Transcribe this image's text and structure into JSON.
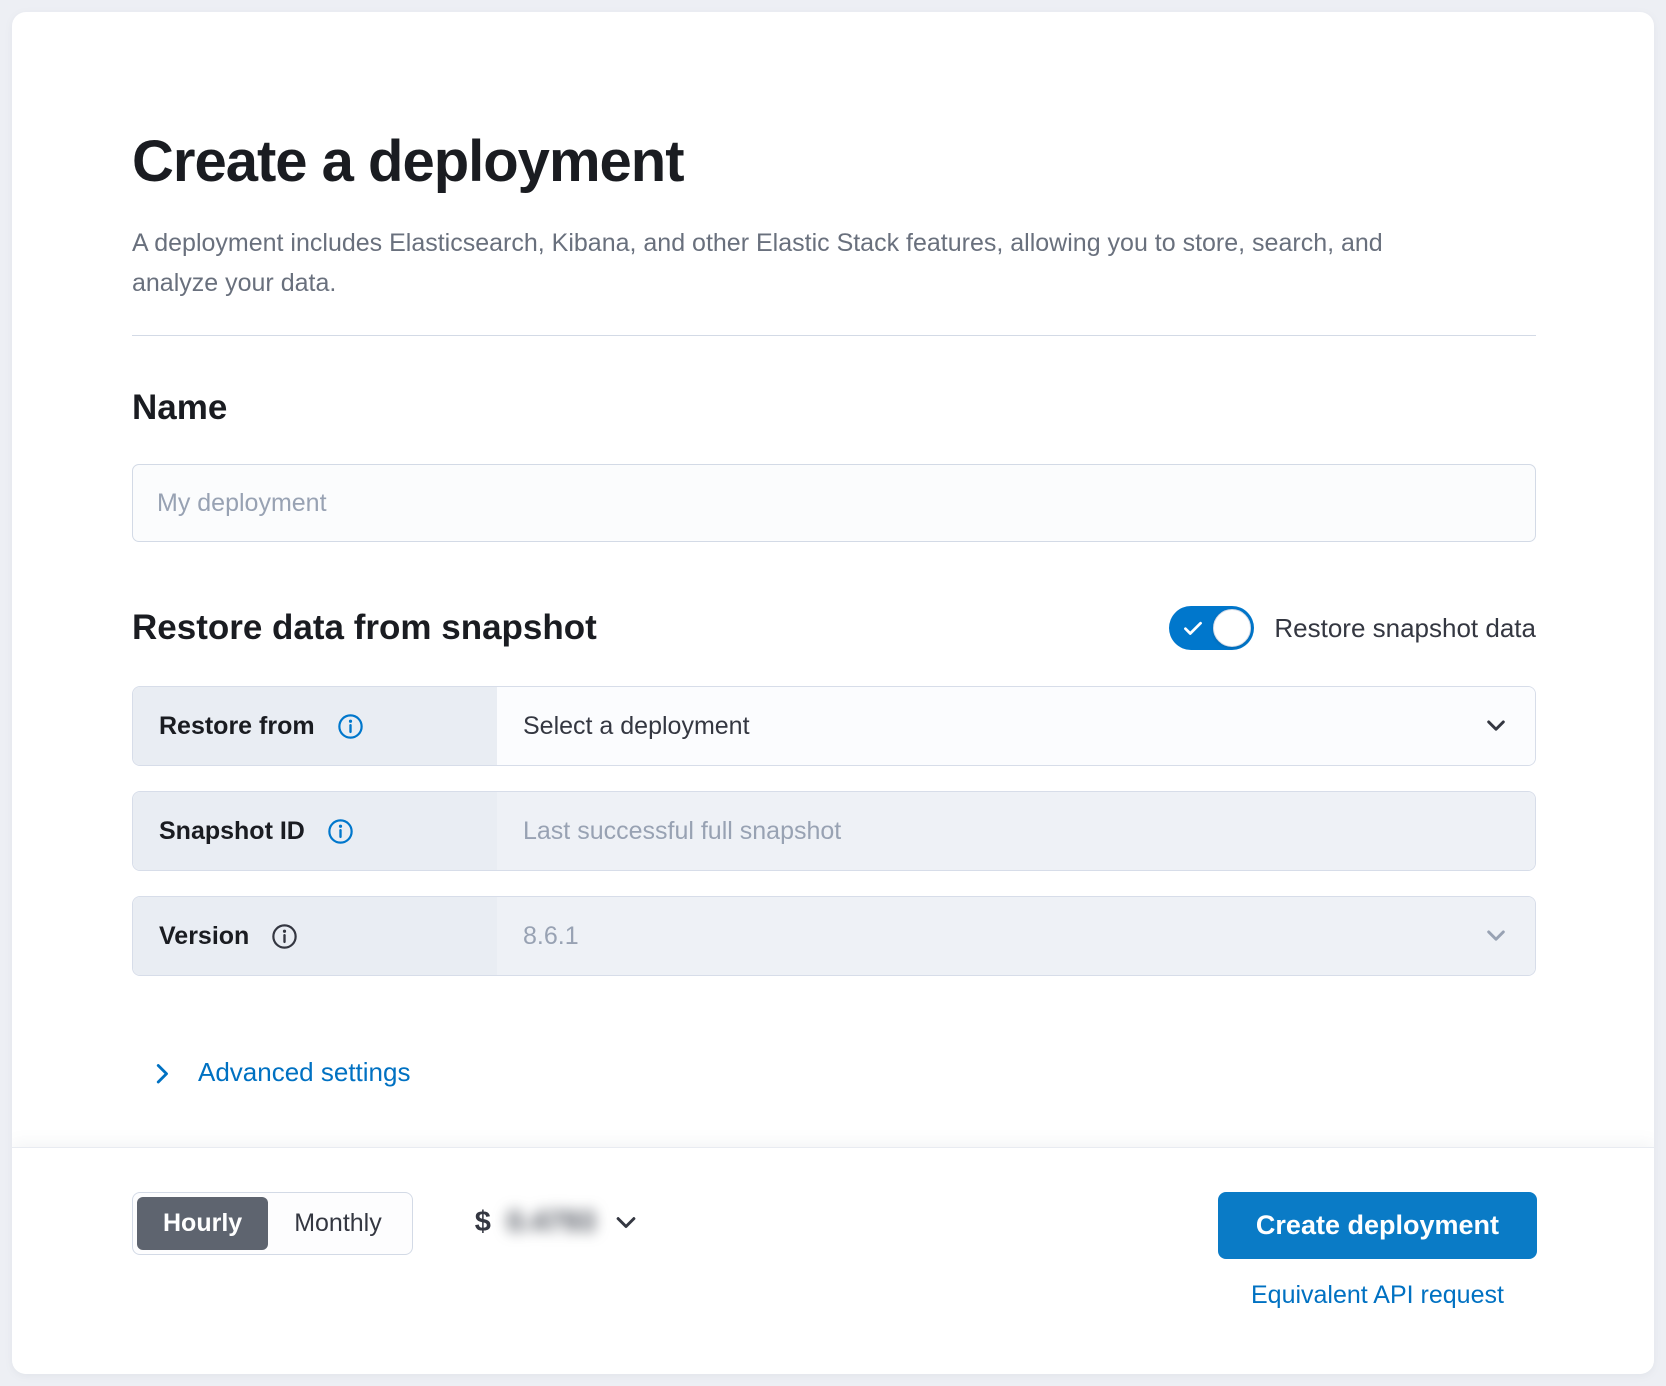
{
  "page": {
    "title": "Create a deployment",
    "subtitle": "A deployment includes Elasticsearch, Kibana, and other Elastic Stack features, allowing you to store, search, and analyze your data."
  },
  "name_section": {
    "heading": "Name",
    "input_value": "",
    "input_placeholder": "My deployment"
  },
  "restore_section": {
    "heading": "Restore data from snapshot",
    "toggle_label": "Restore snapshot data",
    "toggle_state": "on",
    "rows": [
      {
        "label": "Restore from",
        "value": "Select a deployment",
        "control": "select",
        "disabled": false
      },
      {
        "label": "Snapshot ID",
        "value": "",
        "placeholder": "Last successful full snapshot",
        "control": "input",
        "disabled": true
      },
      {
        "label": "Version",
        "value": "8.6.1",
        "control": "select",
        "disabled": true
      }
    ]
  },
  "advanced_settings": {
    "label": "Advanced settings"
  },
  "footer": {
    "billing_options": [
      {
        "label": "Hourly",
        "selected": true
      },
      {
        "label": "Monthly",
        "selected": false
      }
    ],
    "price": {
      "currency": "$",
      "amount": "0.4793",
      "blurred": true
    },
    "create_button_label": "Create deployment",
    "api_link_label": "Equivalent API request"
  },
  "icons": {
    "info": "ⓘ",
    "chevron_down": "⌄",
    "chevron_right": "›",
    "check": "✓"
  },
  "colors": {
    "primary_blue": "#0077cc",
    "link_blue": "#0071c2",
    "heading_text": "#1a1c21",
    "body_text": "#343741",
    "subdued_text": "#69707d",
    "placeholder_text": "#98a2b3",
    "border": "#d3dae6",
    "label_cell_bg": "#e9edf3",
    "disabled_field_bg": "#eef1f6",
    "selected_pill_bg": "#5e646f"
  }
}
